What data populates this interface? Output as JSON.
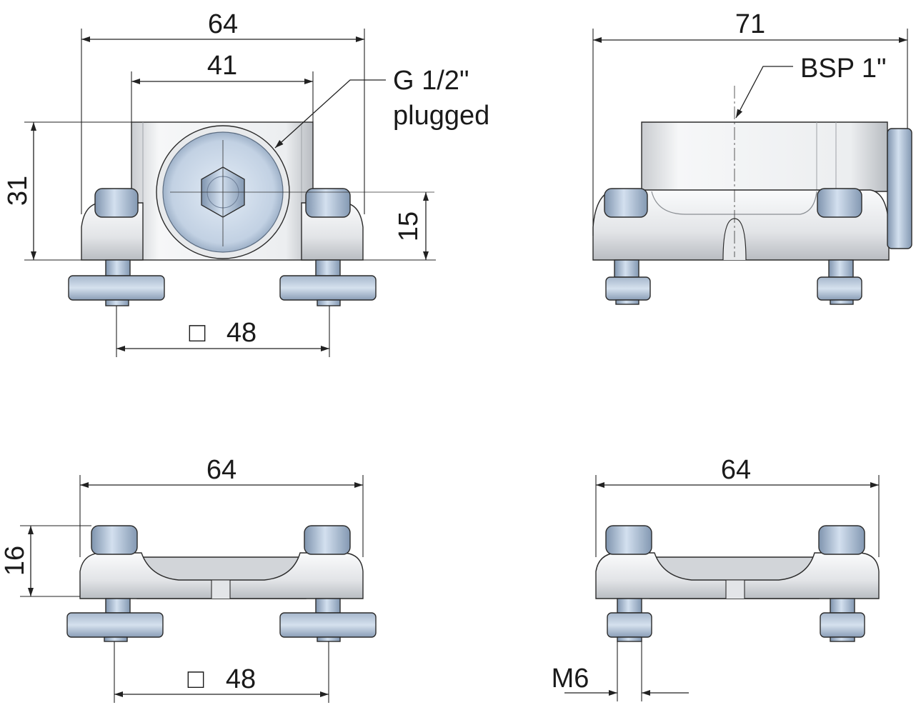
{
  "colors": {
    "body_light": "#f4f5f6",
    "body_mid": "#d8dadd",
    "body_dark": "#a9adb2",
    "bolt_light": "#c9d8ea",
    "bolt_dark": "#7f94ae",
    "line": "#222222"
  },
  "views": {
    "front": {
      "dim_top_width": "64",
      "dim_inner_width": "41",
      "dim_height": "31",
      "dim_port_height": "15",
      "dim_bolt_spacing": "48",
      "square_symbol": "□",
      "port_note_line1": "G 1/2\"",
      "port_note_line2": "plugged"
    },
    "side": {
      "dim_width": "71",
      "thread_note": "BSP 1\""
    },
    "bottom_left": {
      "dim_width": "64",
      "dim_height": "16",
      "dim_bolt_spacing": "48",
      "square_symbol": "□"
    },
    "bottom_right": {
      "dim_width": "64",
      "thread_note": "M6"
    }
  }
}
